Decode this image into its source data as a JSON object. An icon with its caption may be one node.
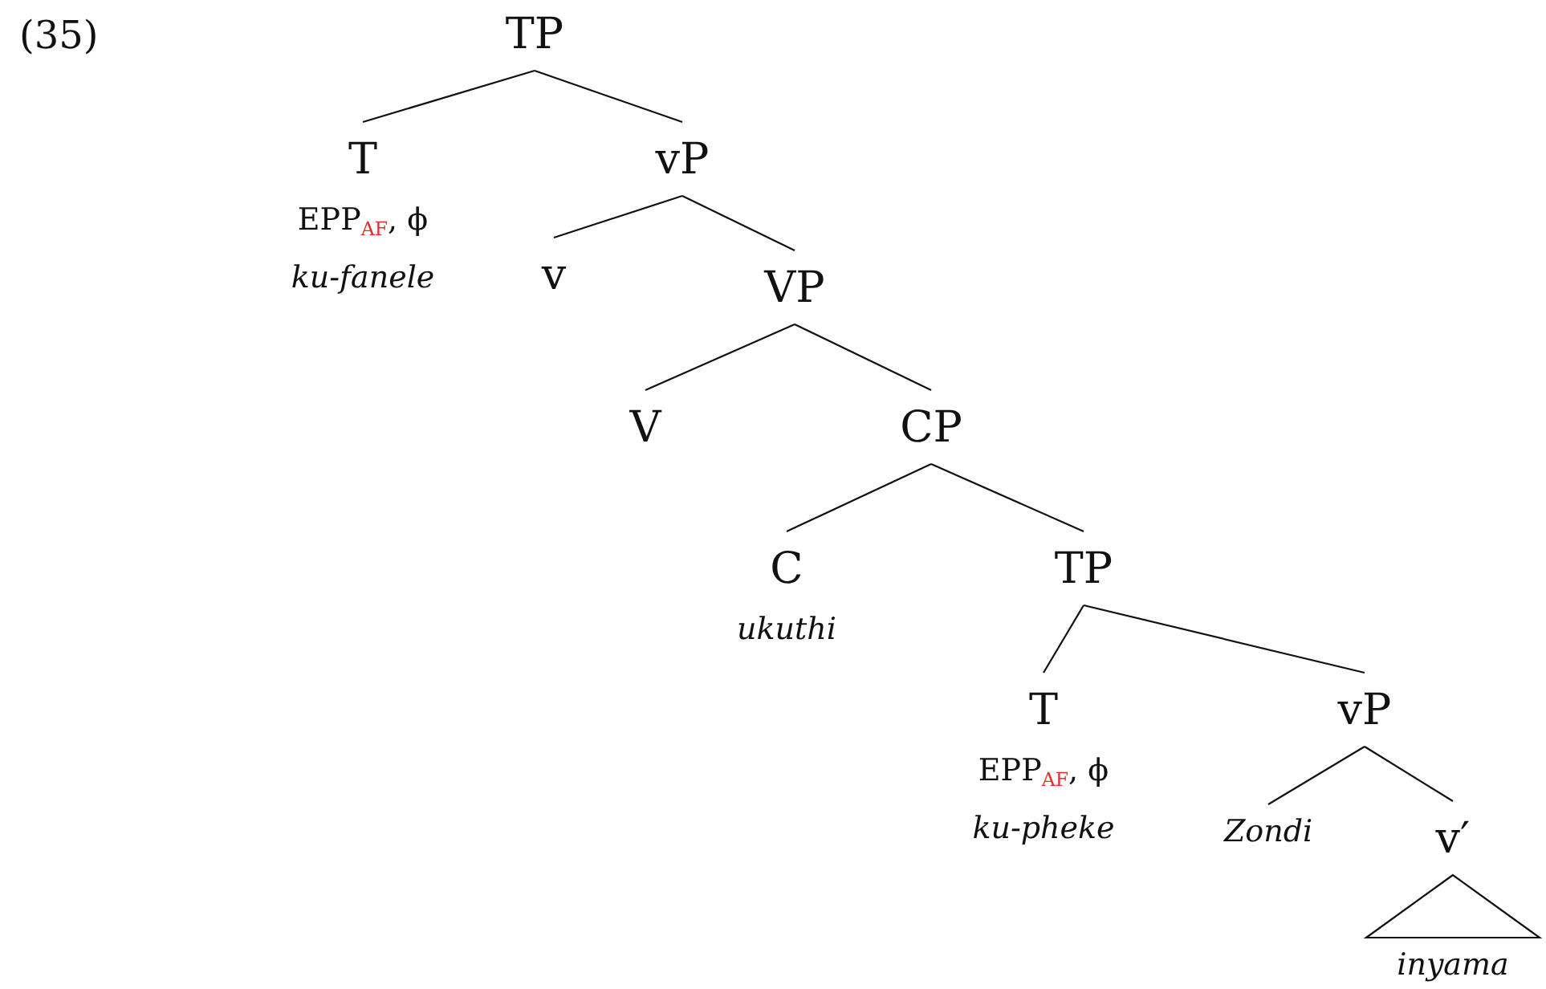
{
  "diagram": {
    "nodes": [
      {
        "text": [
          "TP"
        ]
      },
      {
        "text": [
          "T",
          "EPP$_{AF}$, ϕ",
          "ku-fanele"
        ]
      },
      {
        "text": [
          "vP"
        ]
      },
      {
        "text": [
          "v"
        ]
      },
      {
        "text": [
          "VP"
        ]
      },
      {
        "text": [
          "V"
        ]
      },
      {
        "text": [
          "CP"
        ]
      },
      {
        "text": [
          "C",
          "ukuthi"
        ]
      },
      {
        "text": [
          "TP"
        ]
      },
      {
        "text": [
          "T",
          "EPP$_{AF}$, ϕ",
          "ku-pheke"
        ]
      },
      {
        "text": [
          "vP"
        ]
      },
      {
        "text": [
          "Zondi"
        ]
      },
      {
        "text": [
          "v′"
        ]
      },
      {
        "text": [
          "inyama"
        ]
      }
    ],
    "edges": [
      {
        "from": 0,
        "to": 1,
        "arrow": "none"
      },
      {
        "from": 0,
        "to": 2,
        "arrow": "none"
      },
      {
        "from": 2,
        "to": 3,
        "arrow": "none"
      },
      {
        "from": 2,
        "to": 4,
        "arrow": "none"
      },
      {
        "from": 4,
        "to": 5,
        "arrow": "none"
      },
      {
        "from": 4,
        "to": 6,
        "arrow": "none"
      },
      {
        "from": 6,
        "to": 7,
        "arrow": "none"
      },
      {
        "from": 6,
        "to": 8,
        "arrow": "none"
      },
      {
        "from": 8,
        "to": 9,
        "arrow": "none"
      },
      {
        "from": 8,
        "to": 10,
        "arrow": "none"
      },
      {
        "from": 10,
        "to": 11,
        "arrow": "none"
      },
      {
        "from": 10,
        "to": 12,
        "arrow": "none"
      },
      {
        "from": 12,
        "to": 13,
        "arrow": "none"
      }
    ],
    "labels": [
      "(35)"
    ]
  }
}
